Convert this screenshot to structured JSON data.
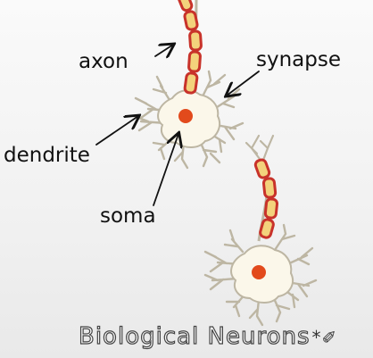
{
  "labels": {
    "axon": "axon",
    "synapse": "synapse",
    "dendrite": "dendrite",
    "soma": "soma"
  },
  "title": "Biological Neurons",
  "title_mark": "*✐",
  "colors": {
    "background": "#f5f5f5",
    "soma_fill": "#fbf7ea",
    "soma_stroke": "#bdb6a3",
    "nucleus": "#e24a1c",
    "myelin_outer": "#c8322a",
    "myelin_inner": "#f3d27c",
    "arrow": "#111111"
  }
}
